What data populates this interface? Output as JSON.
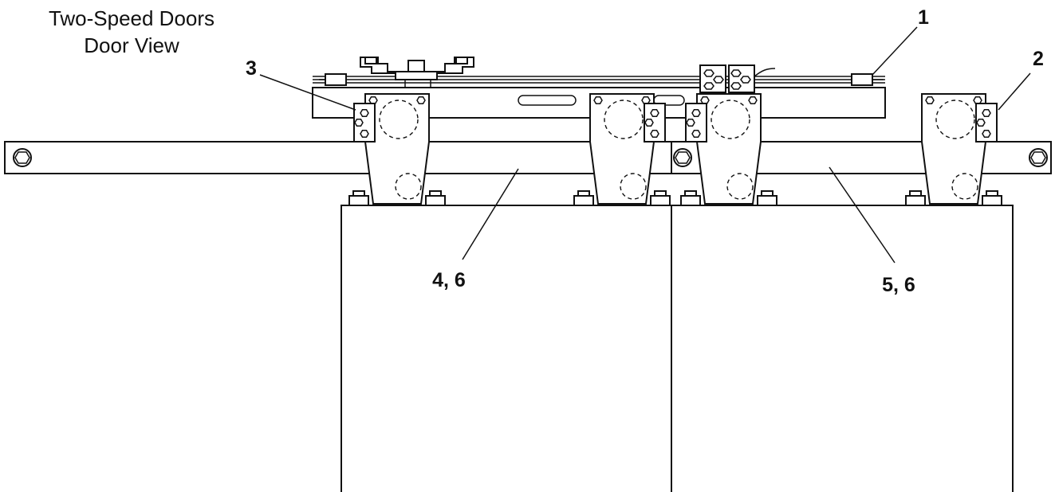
{
  "title": {
    "line1": "Two-Speed Doors",
    "line2": "Door View"
  },
  "callouts": [
    {
      "id": "1",
      "label": "1"
    },
    {
      "id": "2",
      "label": "2"
    },
    {
      "id": "3",
      "label": "3"
    },
    {
      "id": "4",
      "label": "4, 6"
    },
    {
      "id": "5",
      "label": "5, 6"
    }
  ],
  "colors": {
    "line": "#111111",
    "background": "#ffffff"
  }
}
